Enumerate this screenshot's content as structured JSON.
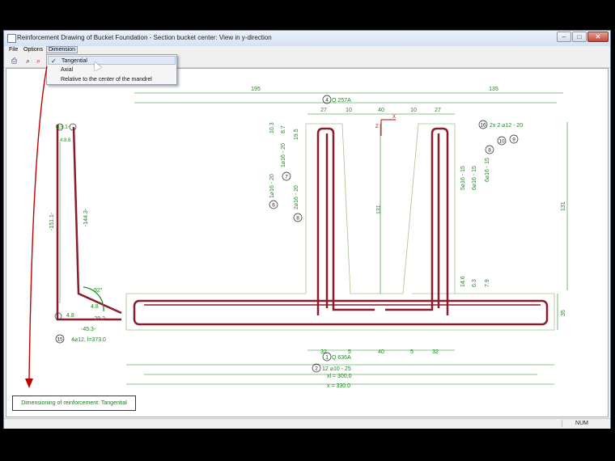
{
  "window": {
    "title": "Reinforcement Drawing of Bucket Foundation - Section bucket center: View in y-direction",
    "controls": {
      "minimize": "–",
      "maximize": "□",
      "close": "✕"
    }
  },
  "menu": {
    "file": "File",
    "options": "Options",
    "dimension": "Dimension"
  },
  "toolbar": {
    "icons": [
      "print-icon",
      "zoom-icon",
      "zoom-reset-icon"
    ]
  },
  "dropdown": {
    "items": [
      {
        "label": "Tangential",
        "checked": true
      },
      {
        "label": "Axial",
        "checked": false
      },
      {
        "label": "Relative to the center of the mandrel",
        "checked": false
      }
    ]
  },
  "status": {
    "num": "NUM"
  },
  "callout": {
    "text": "Dimensioning of reinforcement: Tangential"
  },
  "colors": {
    "rebar": "#8b1c2c",
    "dimension": "#1a8a1a",
    "concrete": "#a9c38a",
    "arrow": "#c00000"
  },
  "drawing": {
    "left_detail": {
      "top_value": "-13.1-",
      "top_small": "4.8.8",
      "left_length": "-151.1-",
      "right_length": "-144.3-",
      "angle": "92°",
      "corner_a": "4.8",
      "corner_b": "4.8",
      "bottom_a": "-29.2-",
      "bottom_b": "-45.3-",
      "mark": "15",
      "mark_label": "4⌀12, l=373.0"
    },
    "dims": {
      "top_left": "195",
      "top_right": "135",
      "mark_4": "4",
      "mark_4_label": "Q 257A",
      "gaps": [
        "27",
        "10",
        "40",
        "10",
        "27"
      ],
      "wall_left": [
        "10.3",
        "8.7",
        "19.5"
      ],
      "mark_7": "7",
      "label_7": "1⌀16 - 20",
      "mark_6": "6",
      "label_6": "1⌀16 - 20",
      "mark_8": "8",
      "label_8": "2⌀16 - 20",
      "height_131": "131",
      "mark_16": "16",
      "label_16": "2x 2 ⌀12 - 20",
      "mark_8b": "8",
      "mark_10": "10",
      "mark_9": "9",
      "label_r1": "5⌀16 - 15",
      "label_r2": "6⌀16 - 15",
      "label_r3": "6⌀16 - 15",
      "small_r": [
        "14.6",
        "6.3",
        "7.9"
      ],
      "right_height": "131",
      "slab_height": "35",
      "bottom_gaps": [
        "32",
        "5",
        "40",
        "5",
        "32"
      ],
      "mark_1": "1",
      "label_1": "Q 636A",
      "mark_2": "2",
      "label_2": "12 ⌀10 - 25",
      "xl": "xl = 300.0",
      "x": "x = 330.0",
      "axis_x": "X",
      "axis_z": "Z"
    }
  }
}
